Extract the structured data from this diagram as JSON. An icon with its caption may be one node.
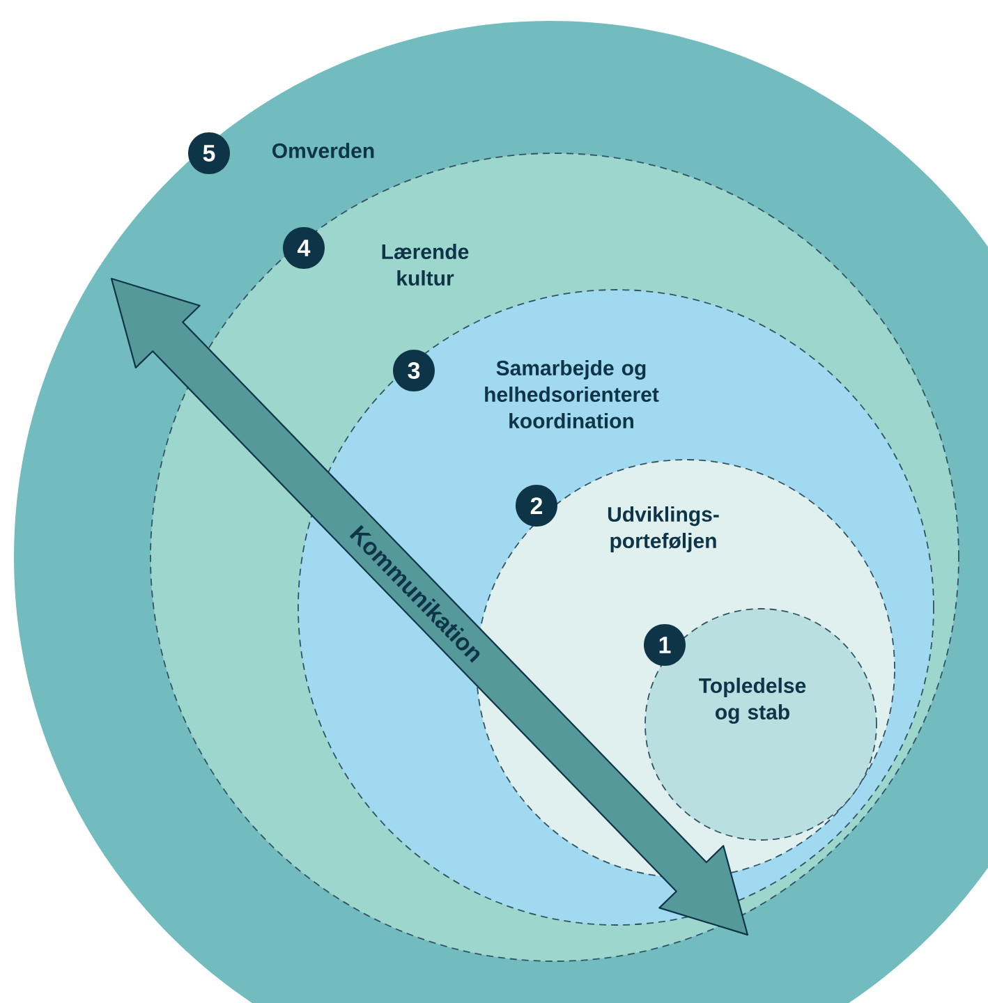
{
  "diagram": {
    "nodes": [
      {
        "text": [
          "5",
          "Omverden"
        ]
      },
      {
        "text": [
          "4",
          "Lærende kultur"
        ],
        "in": 0
      },
      {
        "text": [
          "3",
          "Samarbejde og helhedsorienteret koordination"
        ],
        "in": 1
      },
      {
        "text": [
          "2",
          "Udviklings-porteføljen"
        ],
        "in": 2
      },
      {
        "text": [
          "1",
          "Topledelse og stab"
        ],
        "in": 3
      }
    ],
    "edges": [],
    "labels": [
      "Kommunikation"
    ]
  }
}
